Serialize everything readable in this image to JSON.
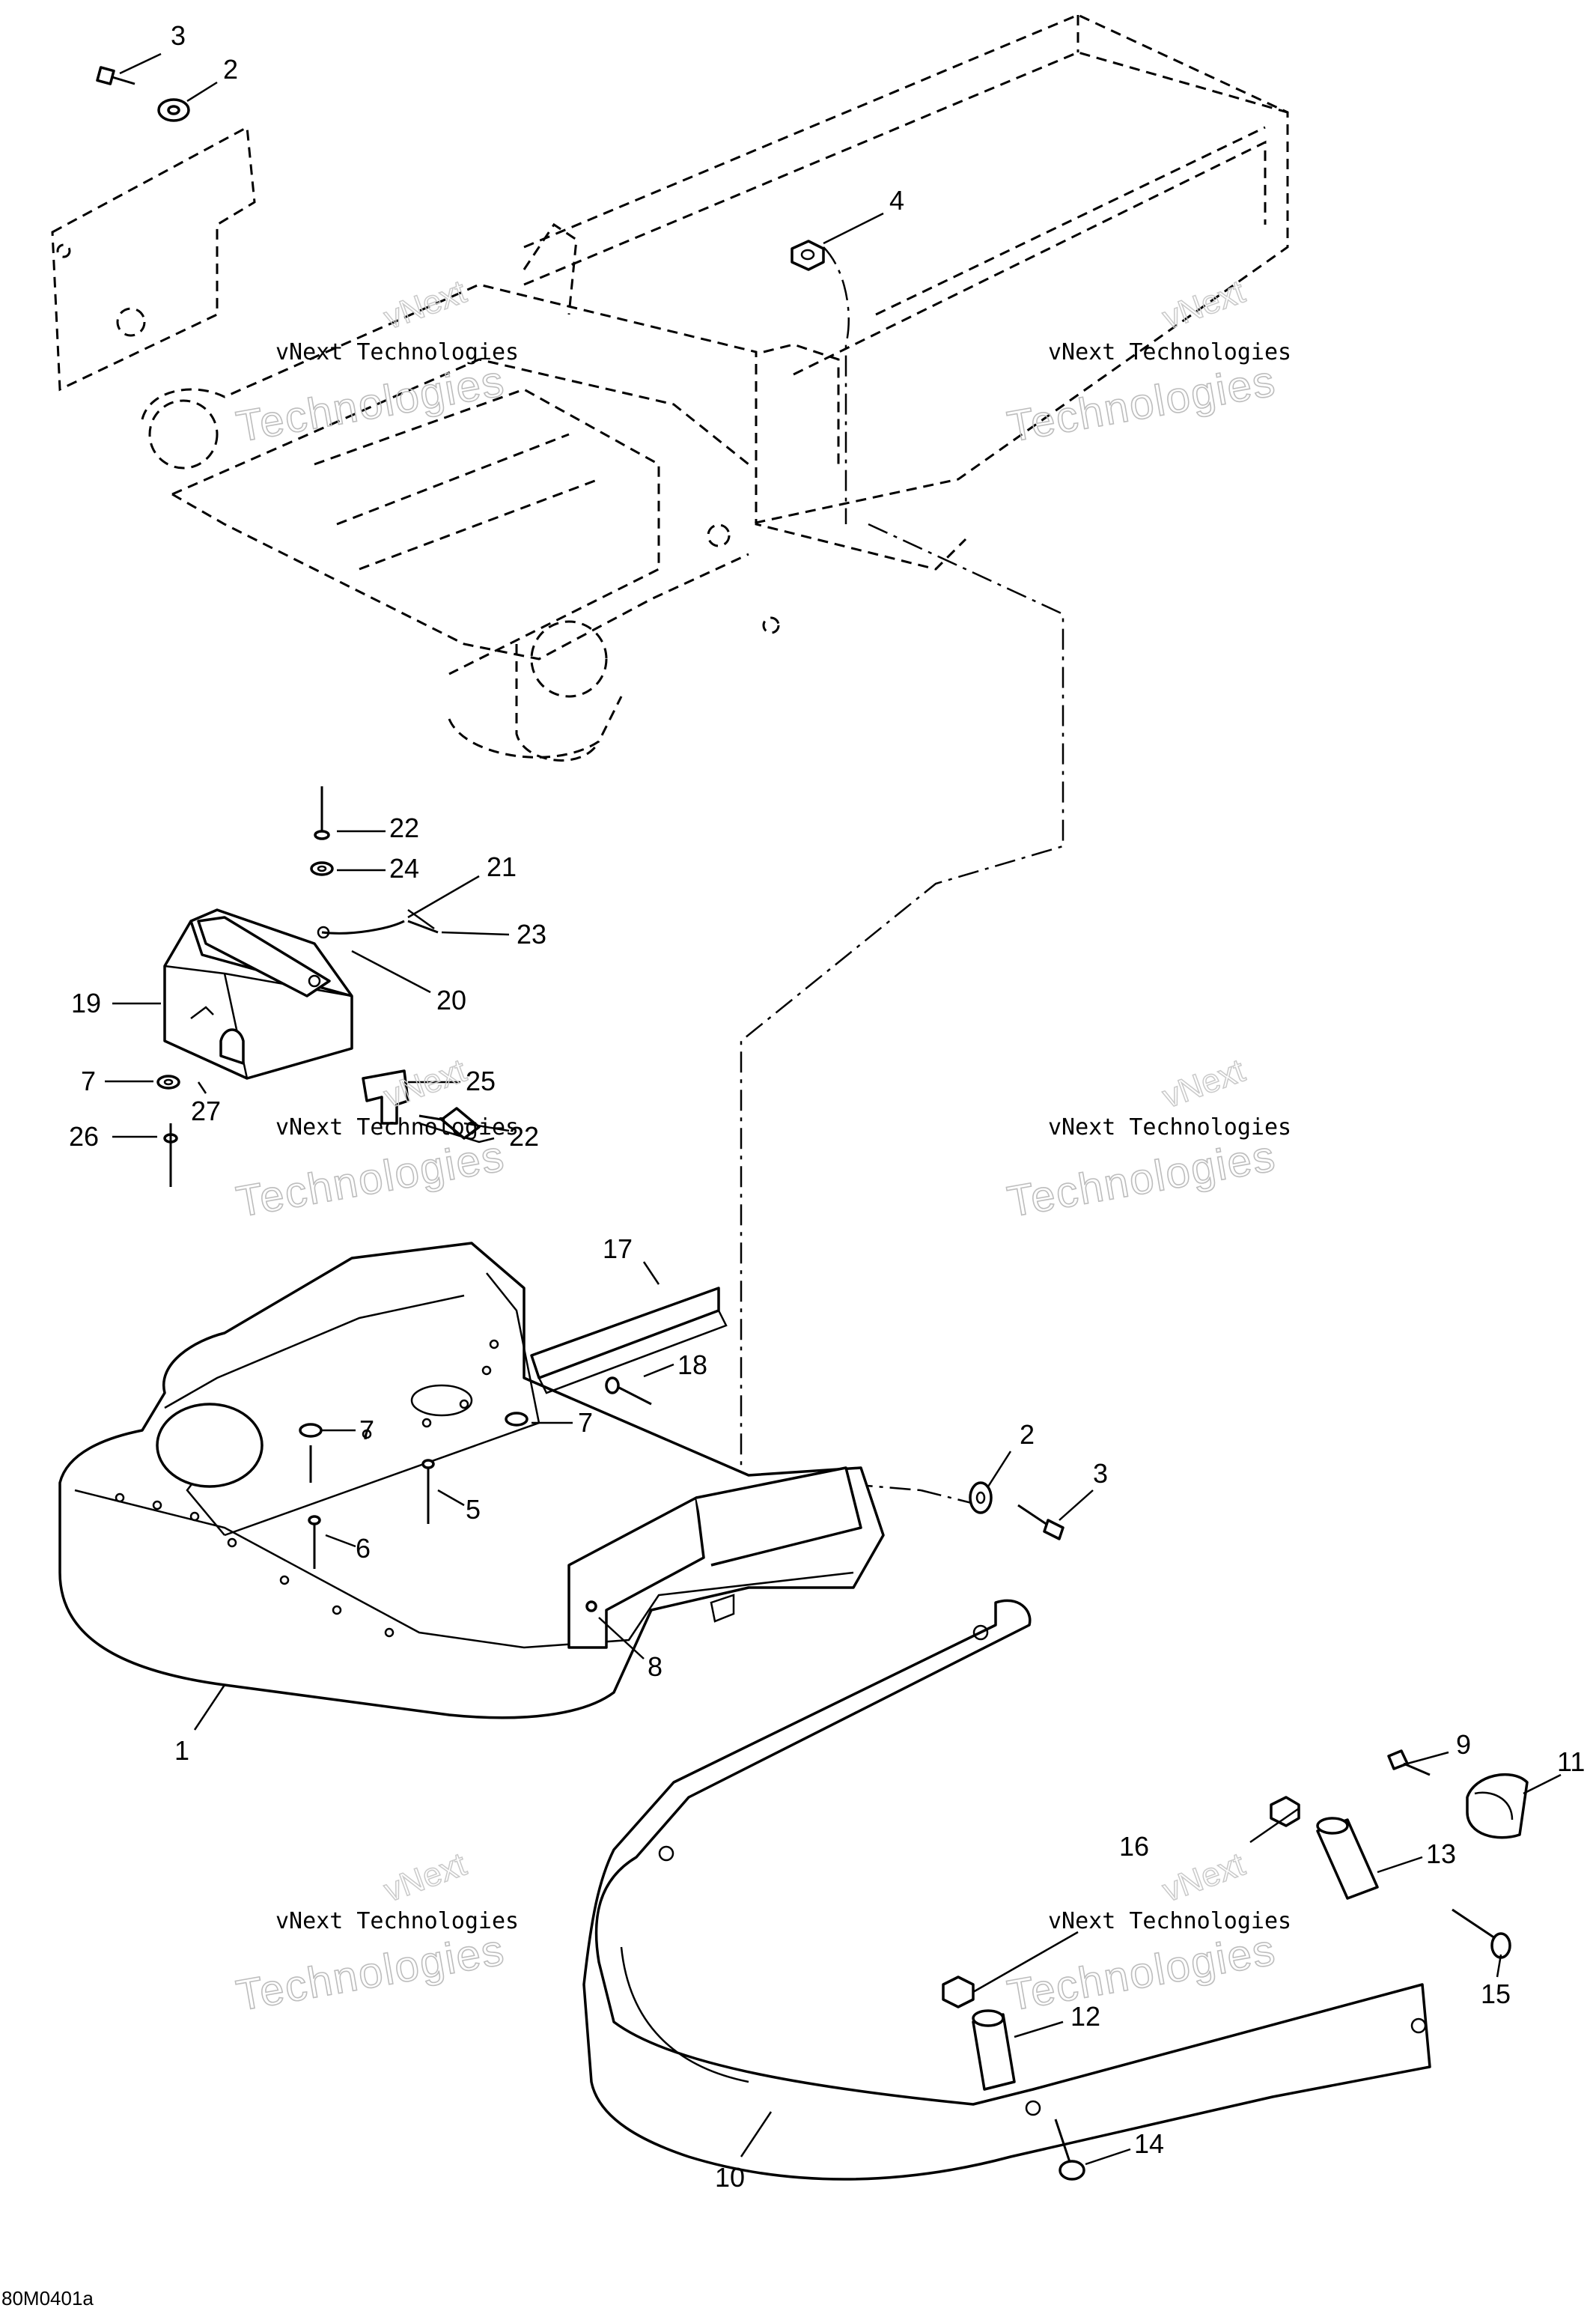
{
  "diagram": {
    "drawing_code": "80M0401a",
    "watermark": {
      "line1": "vNext Technologies",
      "line2": "Technologies",
      "line3": "vNext"
    },
    "callouts": [
      "1",
      "2",
      "3",
      "4",
      "5",
      "6",
      "7",
      "8",
      "9",
      "10",
      "11",
      "12",
      "13",
      "14",
      "15",
      "16",
      "17",
      "18",
      "19",
      "20",
      "21",
      "22",
      "23",
      "24",
      "25",
      "26",
      "27"
    ]
  }
}
